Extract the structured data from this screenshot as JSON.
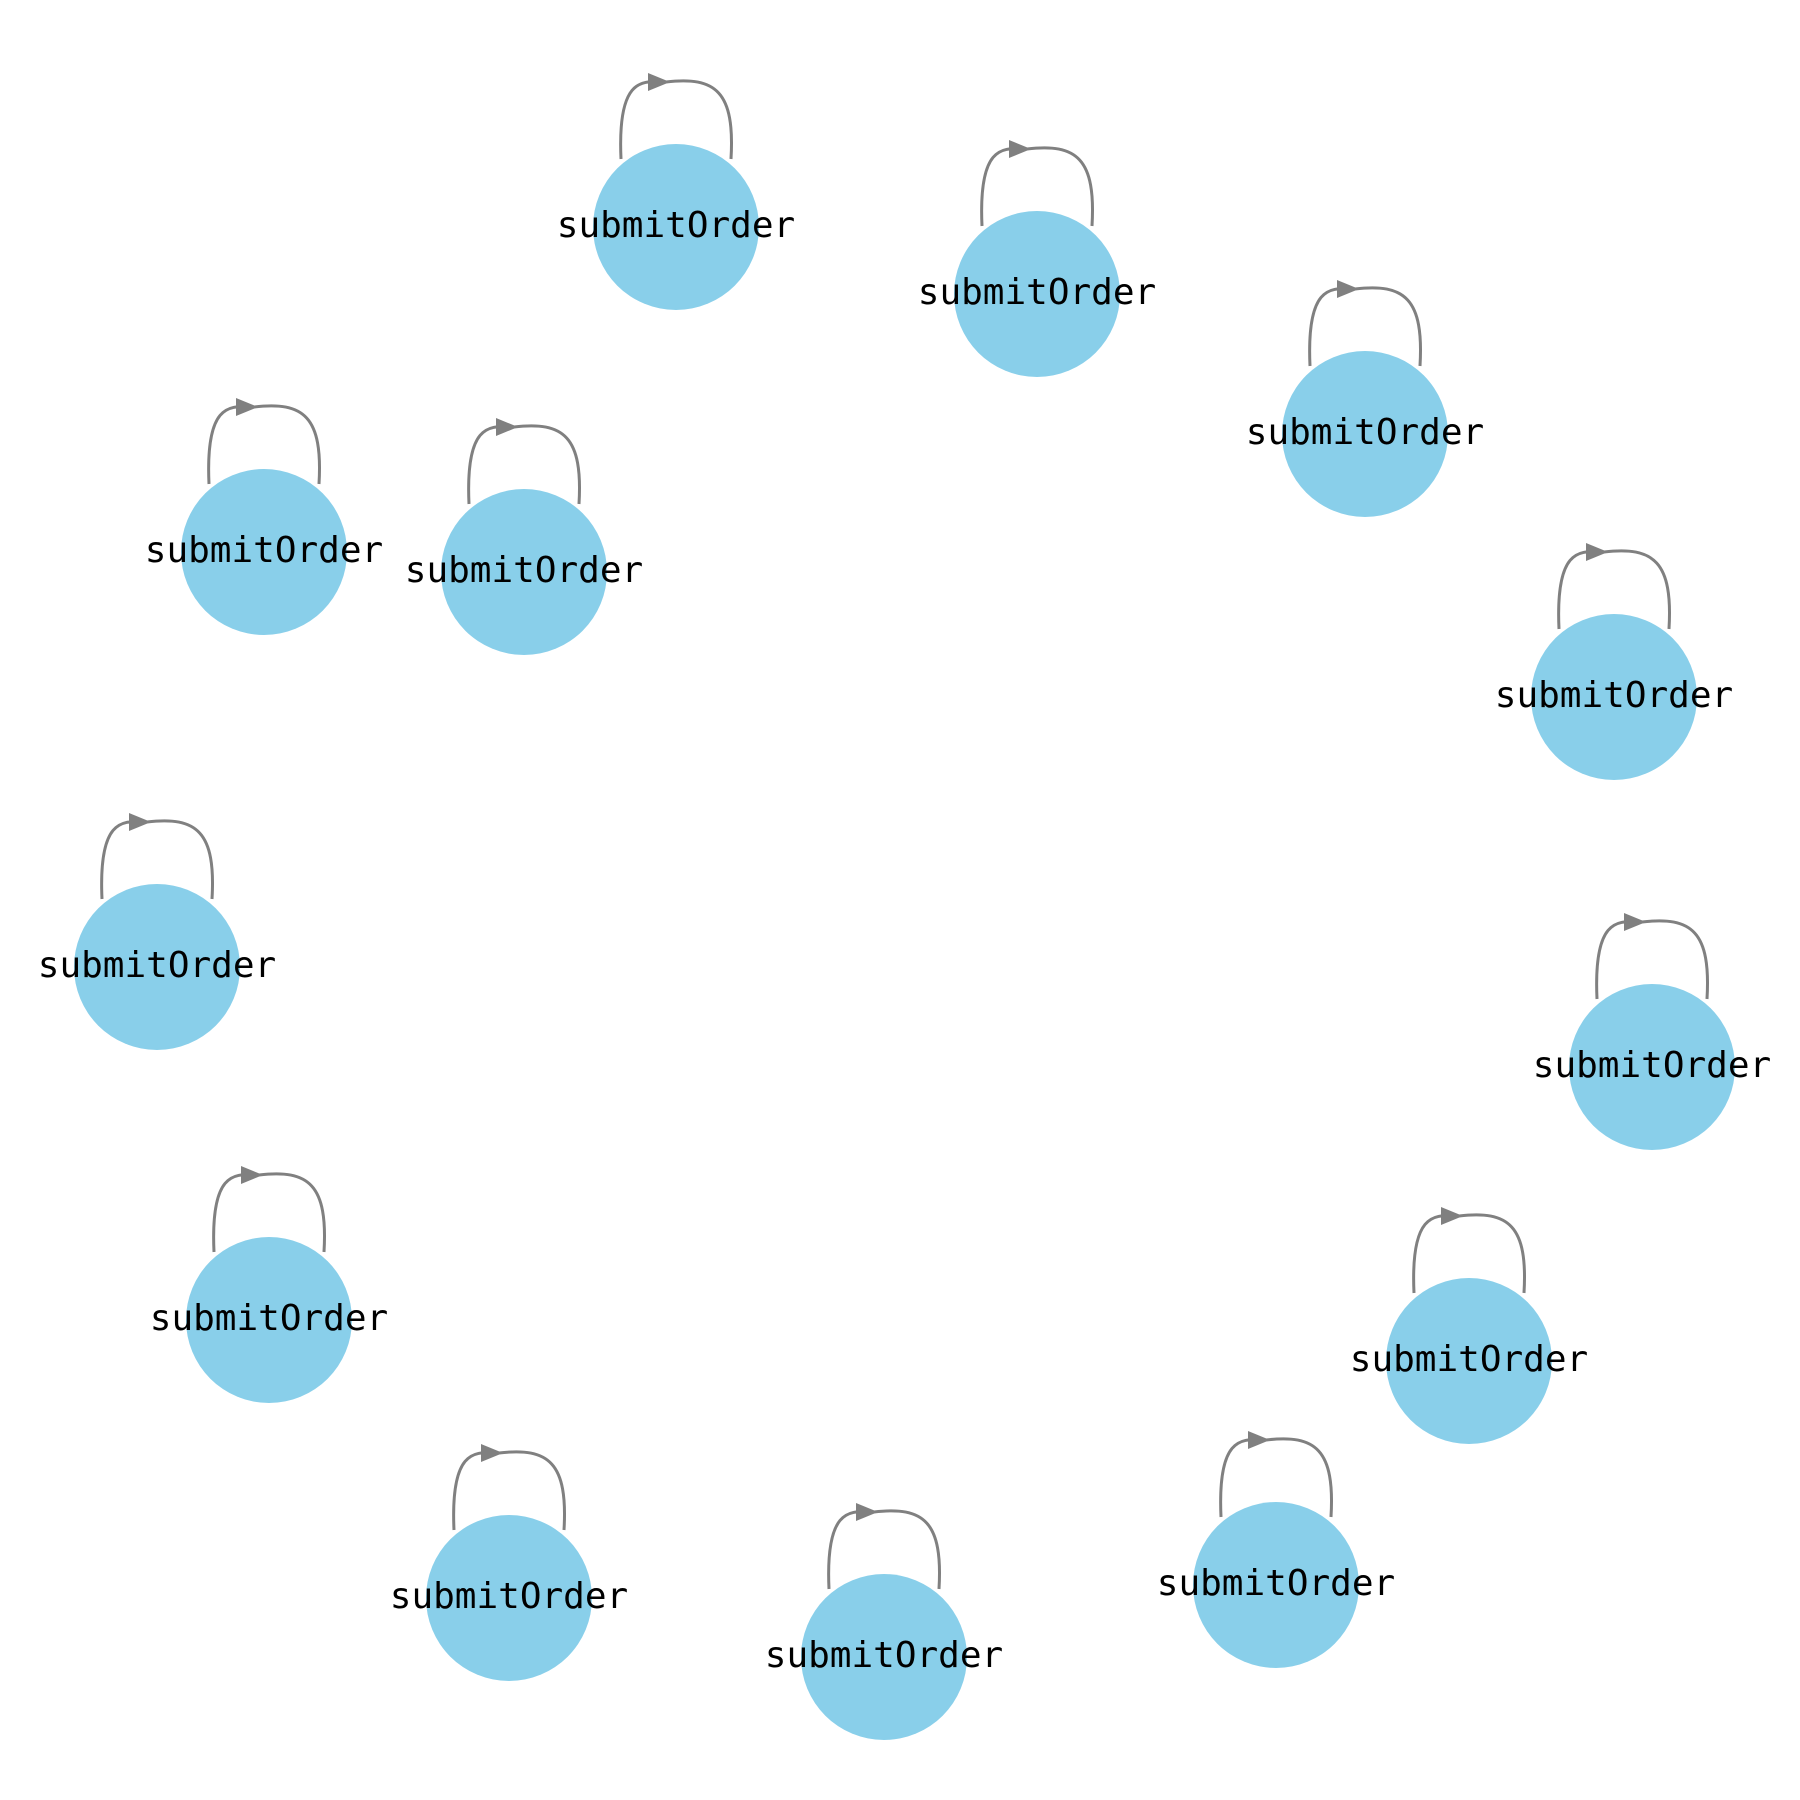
{
  "diagram": {
    "type": "graph",
    "node_color": "#89CFEA",
    "edge_color": "#808080",
    "label_color": "#000000",
    "nodes": [
      {
        "id": "n1",
        "label": "submitOrder"
      },
      {
        "id": "n2",
        "label": "submitOrder"
      },
      {
        "id": "n3",
        "label": "submitOrder"
      },
      {
        "id": "n4",
        "label": "submitOrder"
      },
      {
        "id": "n5",
        "label": "submitOrder"
      },
      {
        "id": "n6",
        "label": "submitOrder"
      },
      {
        "id": "n7",
        "label": "submitOrder"
      },
      {
        "id": "n8",
        "label": "submitOrder"
      },
      {
        "id": "n9",
        "label": "submitOrder"
      },
      {
        "id": "n10",
        "label": "submitOrder"
      },
      {
        "id": "n11",
        "label": "submitOrder"
      },
      {
        "id": "n12",
        "label": "submitOrder"
      },
      {
        "id": "n13",
        "label": "submitOrder"
      }
    ],
    "edges": [
      {
        "from": "n1",
        "to": "n1"
      },
      {
        "from": "n2",
        "to": "n2"
      },
      {
        "from": "n3",
        "to": "n3"
      },
      {
        "from": "n4",
        "to": "n4"
      },
      {
        "from": "n5",
        "to": "n5"
      },
      {
        "from": "n6",
        "to": "n6"
      },
      {
        "from": "n7",
        "to": "n7"
      },
      {
        "from": "n8",
        "to": "n8"
      },
      {
        "from": "n9",
        "to": "n9"
      },
      {
        "from": "n10",
        "to": "n10"
      },
      {
        "from": "n11",
        "to": "n11"
      },
      {
        "from": "n12",
        "to": "n12"
      },
      {
        "from": "n13",
        "to": "n13"
      }
    ]
  }
}
